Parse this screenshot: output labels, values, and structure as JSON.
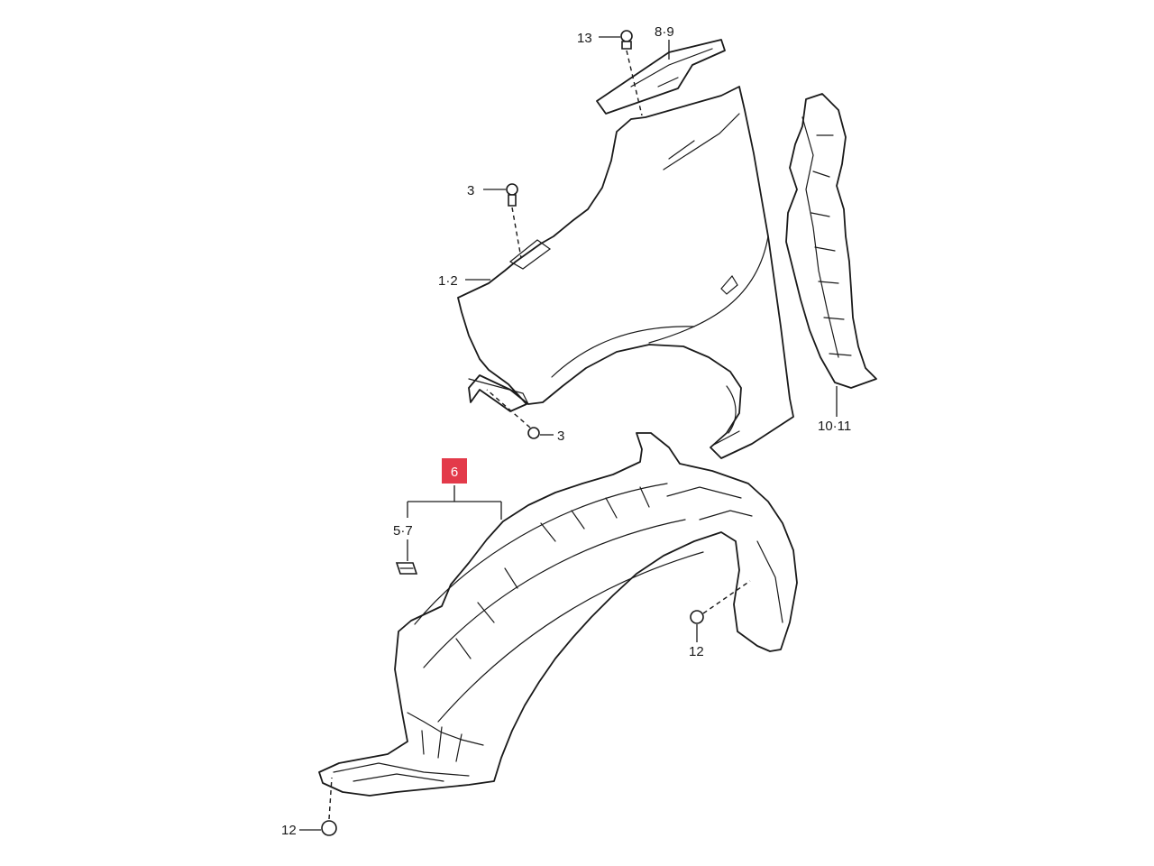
{
  "callouts": {
    "c13": "13",
    "c89": "8·9",
    "c3a": "3",
    "c12a": "1·2",
    "c3b": "3",
    "c1011": "10·11",
    "c6": "6",
    "c57": "5·7",
    "c12b": "12",
    "c12c": "12"
  },
  "colors": {
    "highlight": "#e33a4a",
    "line": "#1a1a1a",
    "background": "#ffffff"
  }
}
